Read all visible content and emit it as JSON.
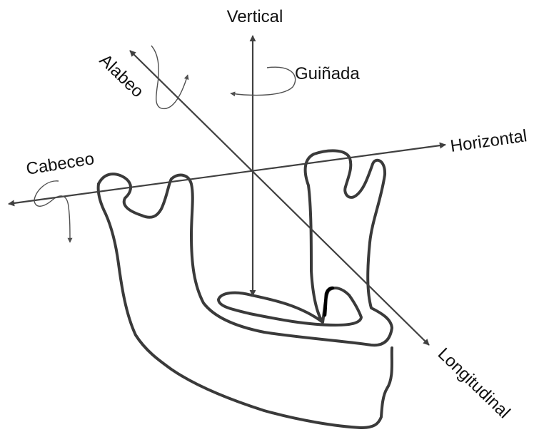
{
  "labels": {
    "vertical": "Vertical",
    "horizontal": "Horizontal",
    "longitudinal": "Longitudinal",
    "yaw": "Guiñada",
    "roll": "Alabeo",
    "pitch": "Cabeceo"
  },
  "colors": {
    "axis": "#404040",
    "outline": "#3a3a3a",
    "text": "#111111",
    "background": "#ffffff"
  }
}
